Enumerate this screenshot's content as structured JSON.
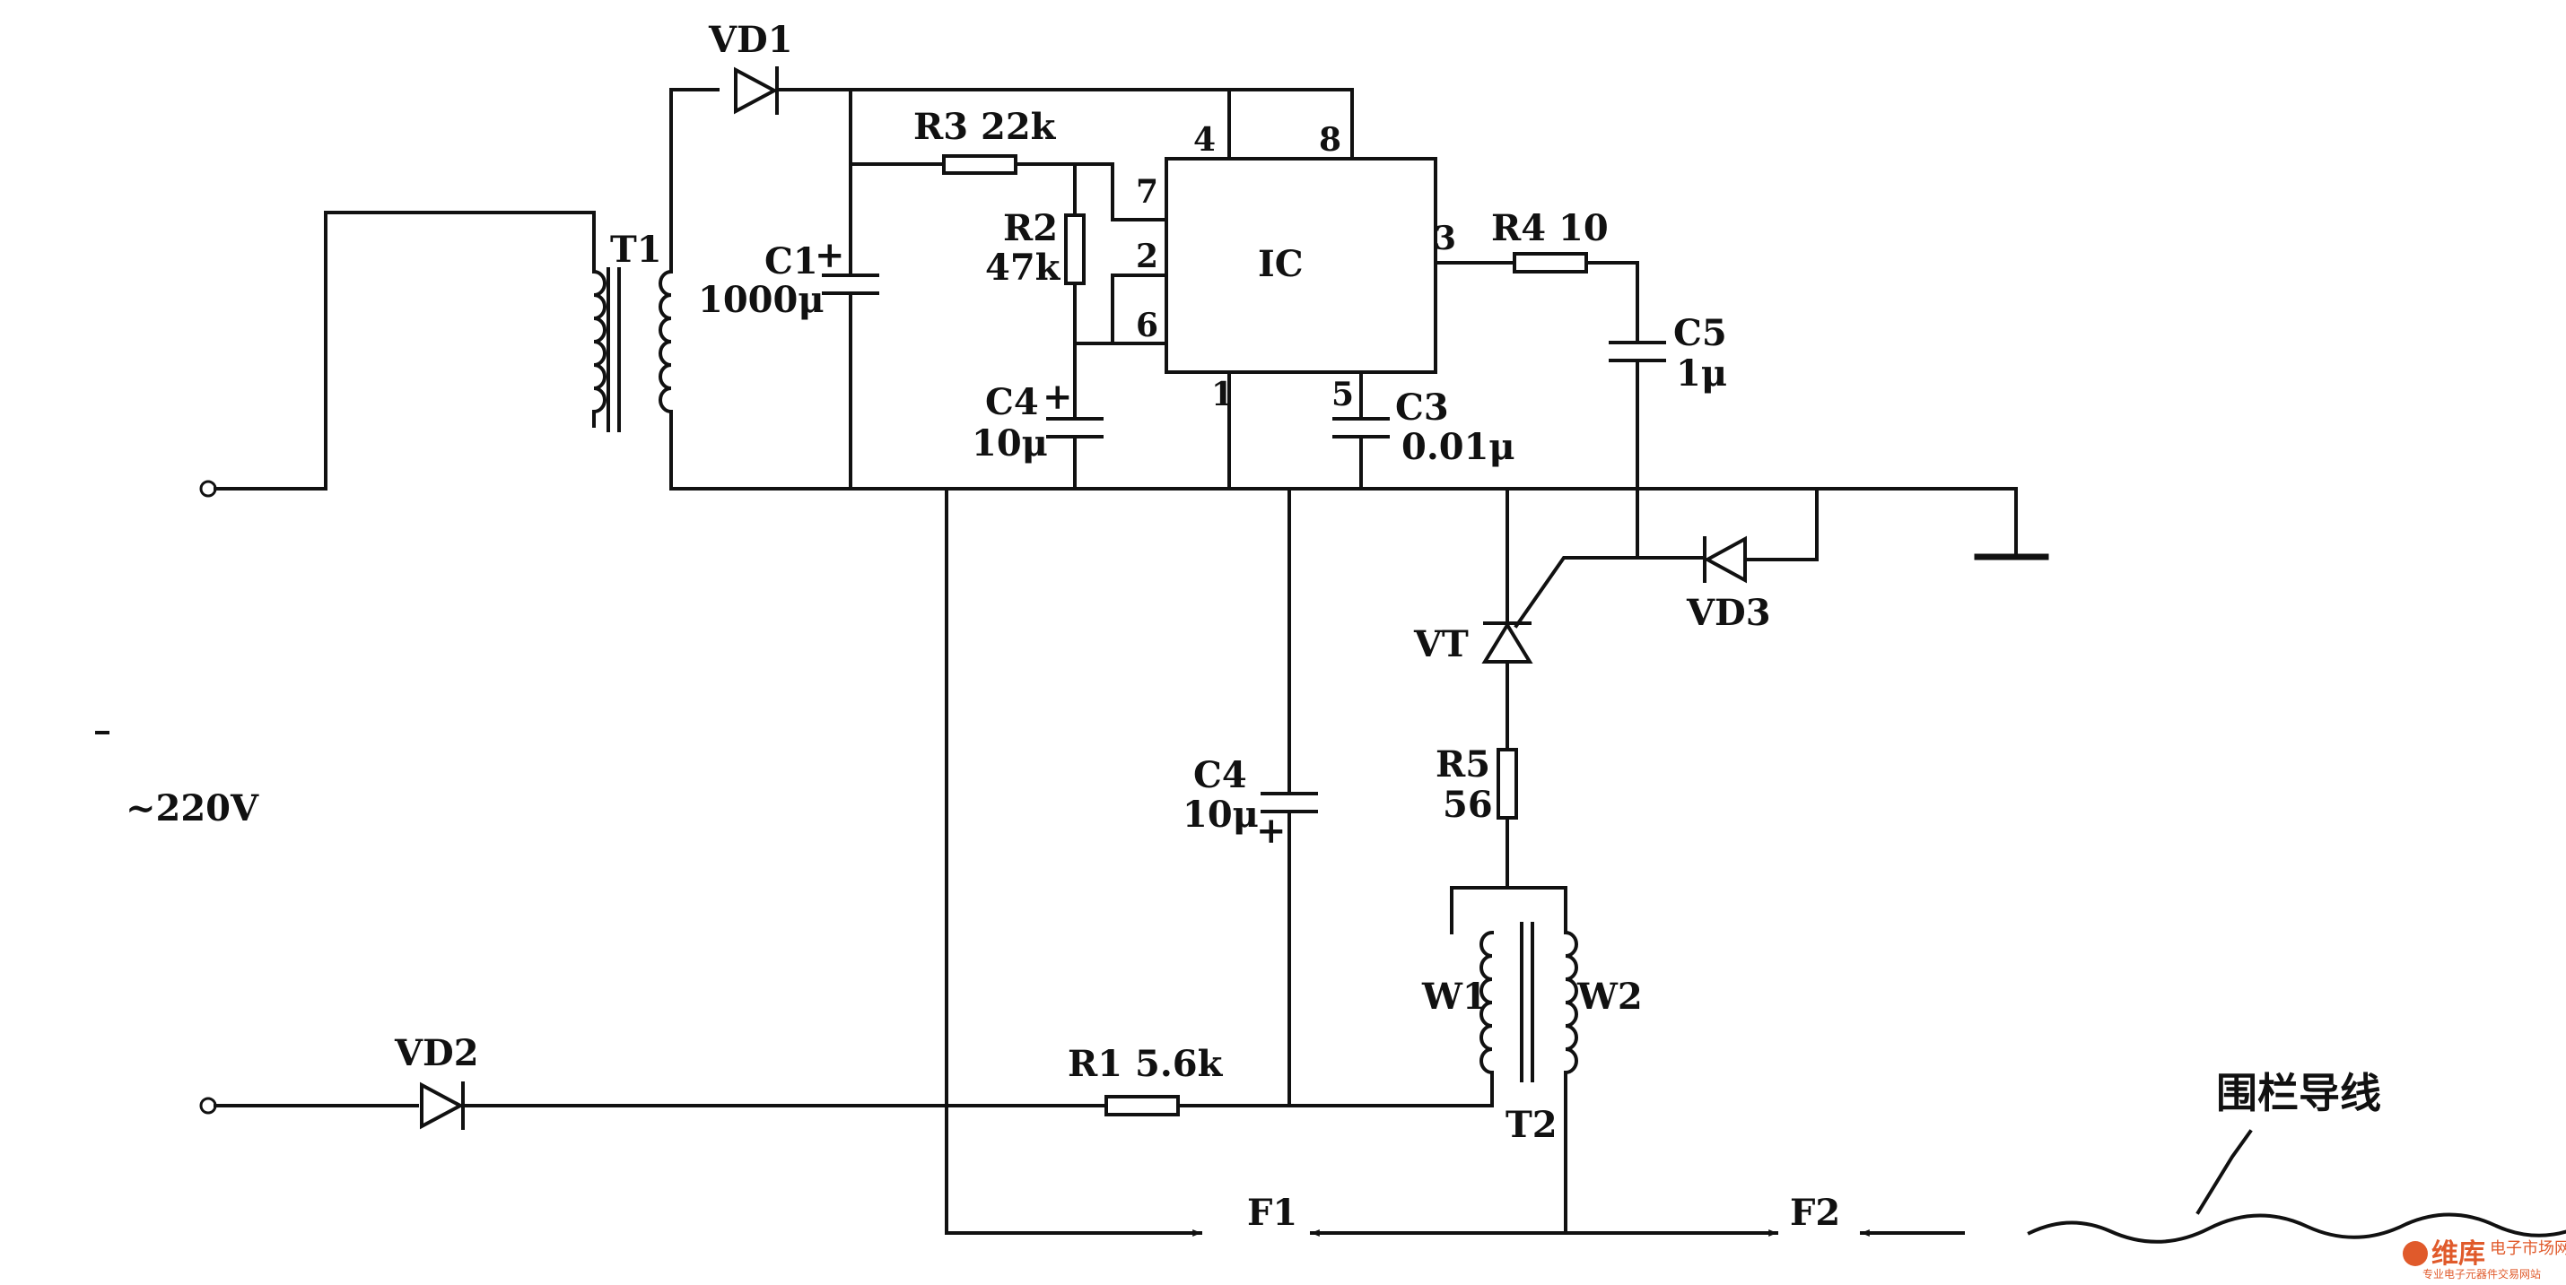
{
  "source": "~220V",
  "transformers": {
    "t1": "T1",
    "t2": "T2",
    "w1": "W1",
    "w2": "W2"
  },
  "ic": {
    "name": "IC",
    "pins": {
      "p1": "1",
      "p2": "2",
      "p3": "3",
      "p4": "4",
      "p5": "5",
      "p6": "6",
      "p7": "7",
      "p8": "8"
    }
  },
  "diodes": {
    "vd1": "VD1",
    "vd2": "VD2",
    "vd3": "VD3",
    "vt": "VT"
  },
  "resistors": {
    "r1": "R1 5.6k",
    "r2_name": "R2",
    "r2_value": "47k",
    "r3": "R3 22k",
    "r4": "R4 10",
    "r5_name": "R5",
    "r5_value": "56"
  },
  "capacitors": {
    "c1_name": "C1",
    "c1_value": "1000μ",
    "c3_name": "C3",
    "c3_value": "0.01μ",
    "c4a_name": "C4",
    "c4a_value": "10μ",
    "c4b_name": "C4",
    "c4b_value": "10μ",
    "c5_name": "C5",
    "c5_value": "1μ"
  },
  "outputs": {
    "f1": "F1",
    "f2": "F2",
    "fence_wire": "围栏导线"
  },
  "watermark": {
    "brand": "维库",
    "site": "电子市场网",
    "tagline": "专业电子元器件交易网站"
  },
  "symbols": {
    "plus": "+"
  }
}
